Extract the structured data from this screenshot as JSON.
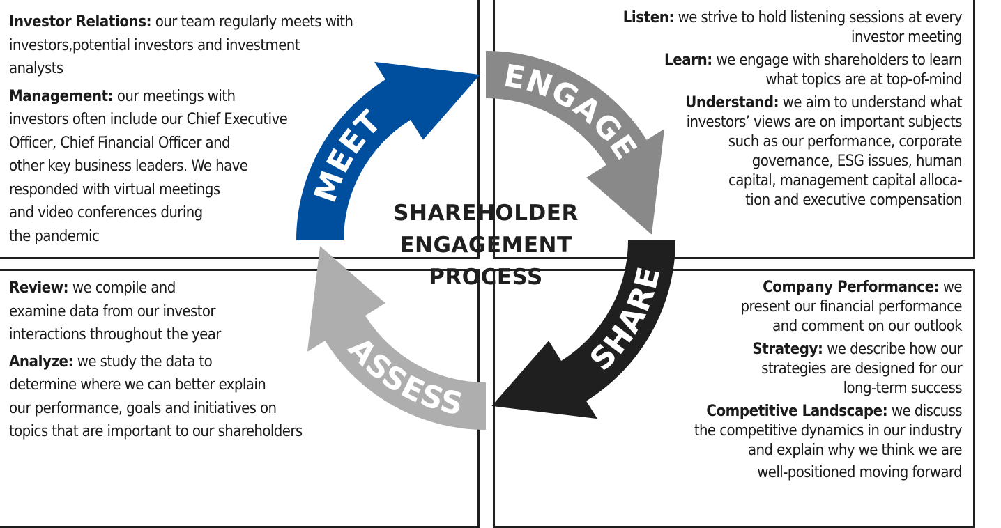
{
  "center_title": {
    "lines": [
      "SHAREHOLDER",
      "ENGAGEMENT",
      "PROCESS"
    ]
  },
  "colors": {
    "meet": "#004F9E",
    "engage": "#898989",
    "share": "#1F1F1F",
    "assess": "#ADAEAD",
    "border": "#1F1F1F",
    "label": "#FFFFFF"
  },
  "steps": [
    {
      "id": "meet",
      "label": "MEET"
    },
    {
      "id": "engage",
      "label": "ENGAGE"
    },
    {
      "id": "share",
      "label": "SHARE"
    },
    {
      "id": "assess",
      "label": "ASSESS"
    }
  ],
  "panels": {
    "meet": {
      "items": [
        {
          "term": "Investor Relations:",
          "lines": [
            " our team regularly meets with",
            "investors,potential investors and investment",
            "analysts"
          ]
        },
        {
          "term": "Management:",
          "lines": [
            " our meetings with",
            "investors often include our Chief Executive",
            "Officer, Chief Financial Officer and",
            "other key business leaders. We have",
            "responded with virtual meetings",
            "and video conferences during",
            "the pandemic"
          ]
        }
      ]
    },
    "engage": {
      "items": [
        {
          "term": "Listen:",
          "lines": [
            " we strive to hold listening sessions at every",
            "investor meeting"
          ]
        },
        {
          "term": "Learn:",
          "lines": [
            " we engage with shareholders to learn",
            "what topics are at top-of-mind"
          ]
        },
        {
          "term": "Understand:",
          "lines": [
            " we aim to understand what",
            "investors’ views are on important subjects",
            "such as our performance, corporate",
            "governance, ESG issues, human",
            "capital, management capital alloca-",
            "tion and executive compensation"
          ]
        }
      ]
    },
    "assess": {
      "items": [
        {
          "term": "Review:",
          "lines": [
            " we compile and",
            "examine data from our investor",
            "interactions throughout the year"
          ]
        },
        {
          "term": "Analyze:",
          "lines": [
            " we study the data to",
            "determine where we can better explain",
            "our performance, goals and initiatives on",
            "topics that are important to our shareholders"
          ]
        }
      ]
    },
    "share": {
      "items": [
        {
          "term": "Company Performance:",
          "lines": [
            " we",
            "present our financial performance",
            "and comment on our outlook"
          ]
        },
        {
          "term": "Strategy:",
          "lines": [
            " we describe how our",
            "strategies are designed for our",
            "long-term success"
          ]
        },
        {
          "term": "Competitive Landscape:",
          "lines": [
            " we discuss",
            "the competitive dynamics in our industry",
            "and explain why we think we are",
            "well-positioned moving forward"
          ]
        }
      ]
    }
  }
}
